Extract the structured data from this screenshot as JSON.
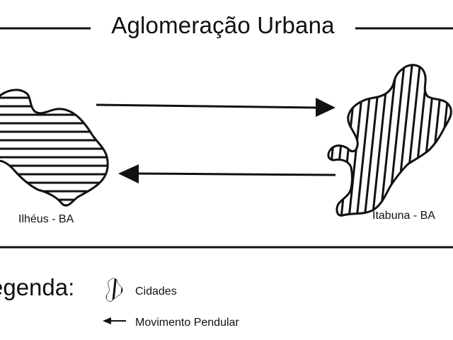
{
  "title": "Aglomeração Urbana",
  "cities": [
    {
      "label": "Ilhéus - BA"
    },
    {
      "label": "Itabuna - BA"
    }
  ],
  "legend": {
    "title": "egenda:",
    "items": [
      {
        "label": "Cidades",
        "icon": "hatched-city-icon"
      },
      {
        "label": "Movimento Pendular",
        "icon": "arrow-left-icon"
      }
    ]
  },
  "colors": {
    "ink": "#111111",
    "background": "#ffffff"
  }
}
